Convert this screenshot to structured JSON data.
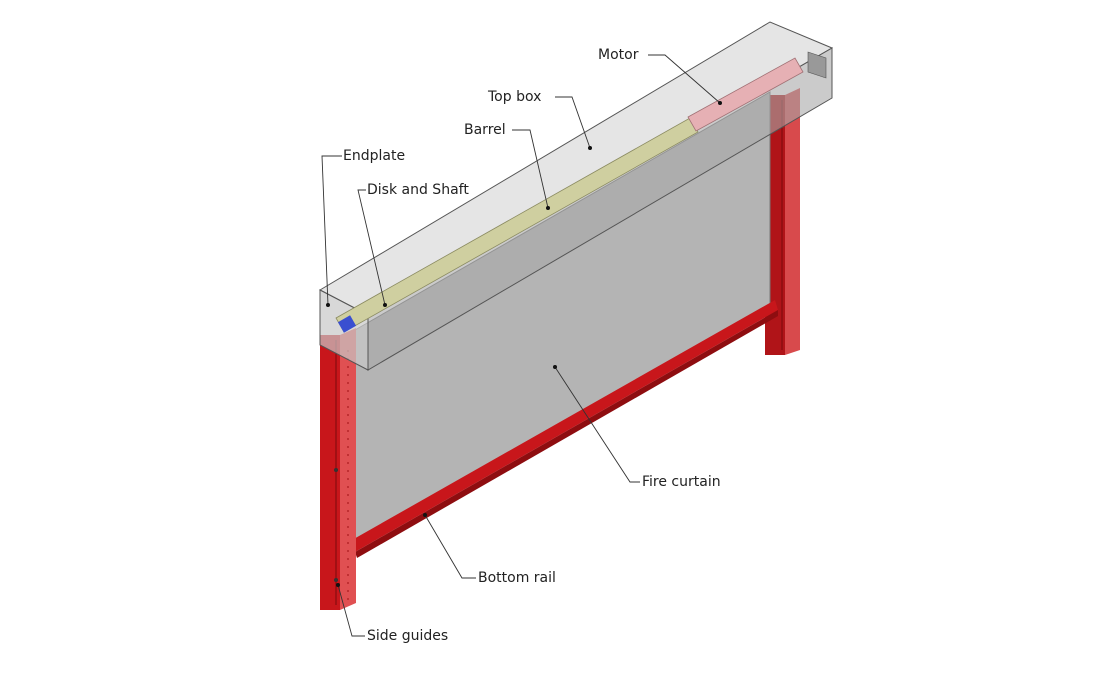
{
  "labels": {
    "motor": "Motor",
    "top_box": "Top box",
    "barrel": "Barrel",
    "endplate": "Endplate",
    "disk_and_shaft": "Disk and Shaft",
    "fire_curtain": "Fire curtain",
    "bottom_rail": "Bottom rail",
    "side_guides": "Side guides"
  },
  "colors": {
    "guide_red": "#c8161b",
    "curtain_gray": "#b4b4b4",
    "barrel_yellow": "#cfcfa0",
    "motor_pink": "#e6b0b4",
    "box_gray": "#d8d8d8"
  }
}
